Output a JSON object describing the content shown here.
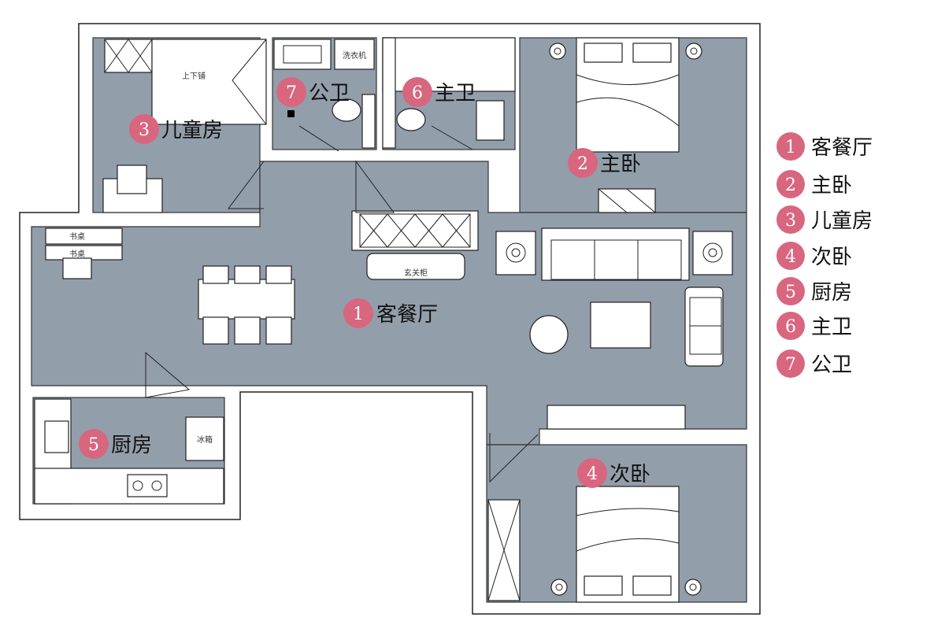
{
  "rooms": [
    {
      "num": "1",
      "name": "客餐厅"
    },
    {
      "num": "2",
      "name": "主卧"
    },
    {
      "num": "3",
      "name": "儿童房"
    },
    {
      "num": "4",
      "name": "次卧"
    },
    {
      "num": "5",
      "name": "厨房"
    },
    {
      "num": "6",
      "name": "主卫"
    },
    {
      "num": "7",
      "name": "公卫"
    }
  ],
  "legend": [
    {
      "num": "1",
      "name": "客餐厅"
    },
    {
      "num": "2",
      "name": "主卧"
    },
    {
      "num": "3",
      "name": "儿童房"
    },
    {
      "num": "4",
      "name": "次卧"
    },
    {
      "num": "5",
      "name": "厨房"
    },
    {
      "num": "6",
      "name": "主卫"
    },
    {
      "num": "7",
      "name": "公卫"
    }
  ],
  "furniture_labels": {
    "bunk_bed": "上下铺",
    "washer": "洗衣机",
    "desk_1": "书桌",
    "desk_2": "书桌",
    "entry_cabinet": "玄关柜",
    "fridge": "冰箱"
  },
  "colors": {
    "floor": "#939eab",
    "badge": "#d8667f"
  }
}
